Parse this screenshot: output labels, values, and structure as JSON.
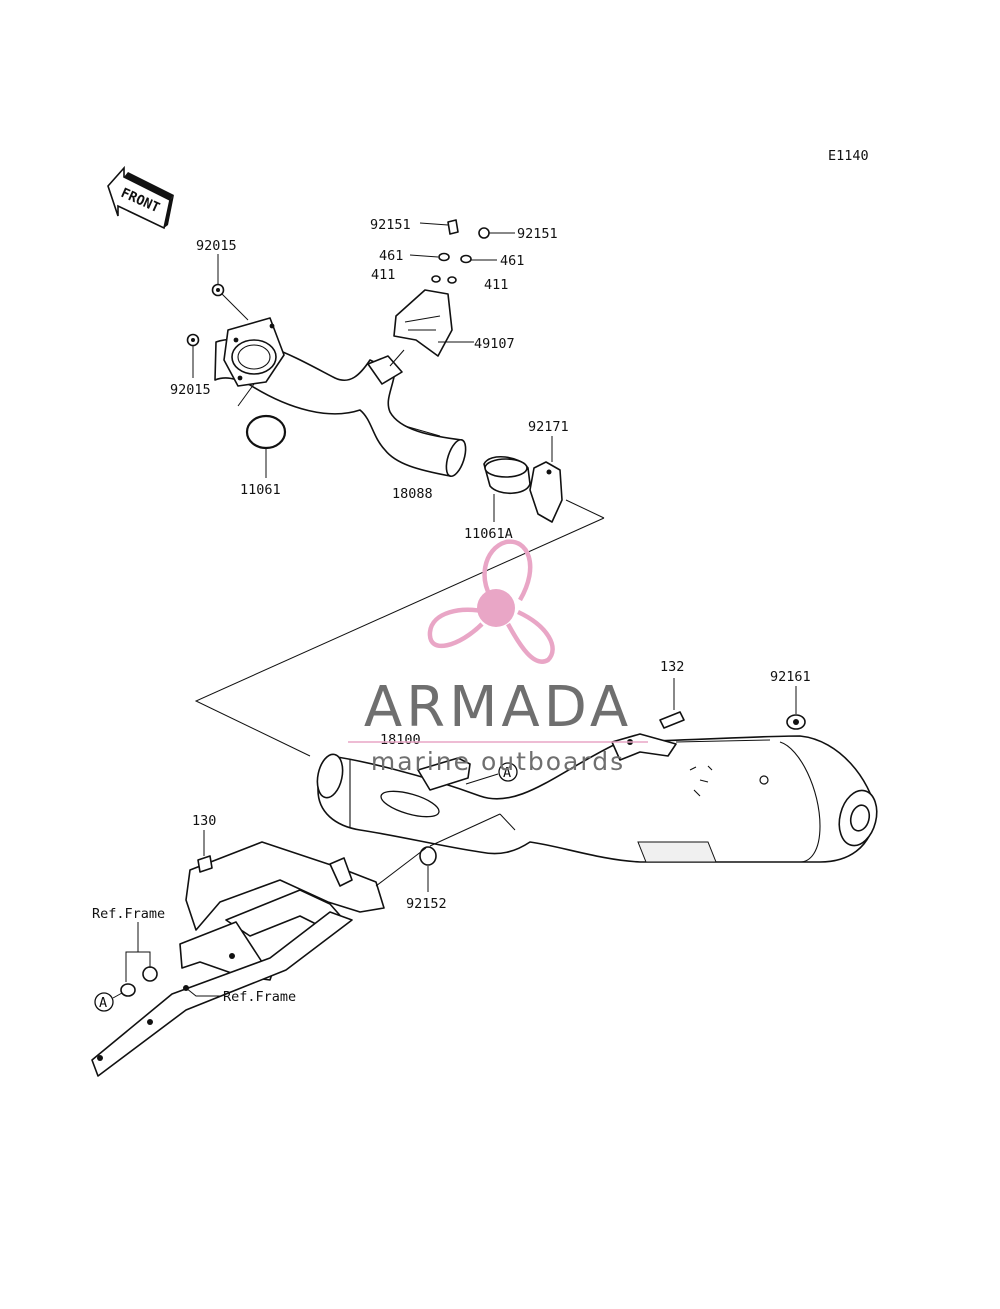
{
  "diagram_code": "E1140",
  "front_arrow": "FRONT",
  "labels": {
    "l92151_left": "92151",
    "l92151_right": "92151",
    "l461_left": "461",
    "l461_right": "461",
    "l411_left": "411",
    "l411_right": "411",
    "l92015_top": "92015",
    "l92015_bottom": "92015",
    "l49107": "49107",
    "l92171": "92171",
    "l11061": "11061",
    "l18088": "18088",
    "l11061A": "11061A",
    "l132": "132",
    "l92161": "92161",
    "l18100": "18100",
    "l130": "130",
    "l92152": "92152",
    "ref_frame_top": "Ref.Frame",
    "ref_frame_bottom": "Ref.Frame",
    "callout_a_main": "A",
    "callout_a_frame": "A"
  },
  "watermark": {
    "brand": "ARMADA",
    "tagline": "marine outboards",
    "color_logo": "#e9a6c6",
    "color_text": "#6f6f6f"
  }
}
